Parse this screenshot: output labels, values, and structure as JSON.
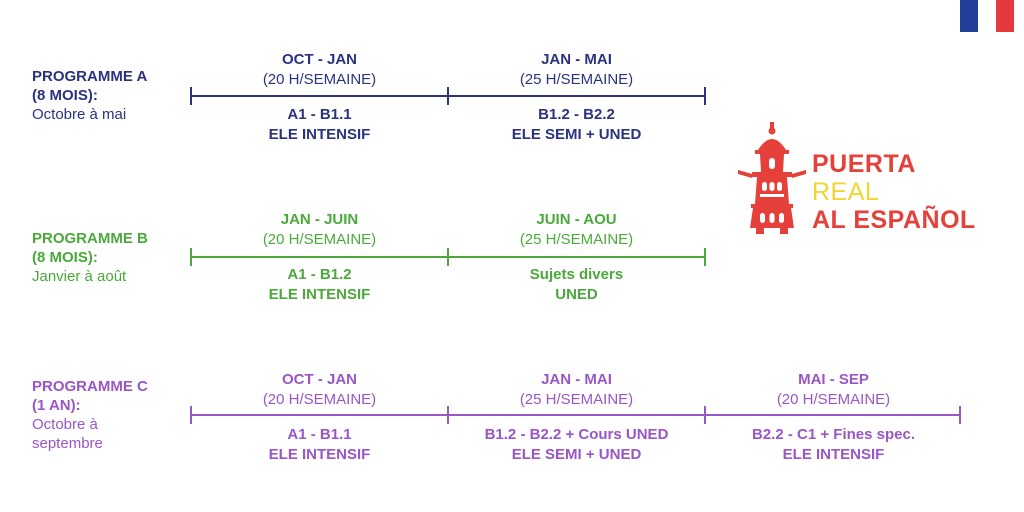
{
  "colors": {
    "program_a": "#2b3380",
    "program_b": "#4aa93a",
    "program_c": "#9a55c6",
    "logo_red": "#e5413a",
    "logo_yellow": "#f2d630",
    "flag": [
      "#1f3f99",
      "#ffffff",
      "#e5393b"
    ]
  },
  "flag_icon": "french-flag-icon",
  "logo": {
    "icon": "tower-icon",
    "line1": "PUERTA",
    "line2": "REAL",
    "line3": "AL ESPAÑOL"
  },
  "programs": [
    {
      "name": "PROGRAMME A",
      "duration": "(8 MOIS):",
      "period": "Octobre à mai",
      "segments": [
        {
          "range": "OCT - JAN",
          "hours": "(20 H/SEMAINE)",
          "line1": "A1 - B1.1",
          "line2": "ELE INTENSIF"
        },
        {
          "range": "JAN - MAI",
          "hours": "(25 H/SEMAINE)",
          "line1": "B1.2 - B2.2",
          "line2": "ELE SEMI + UNED"
        }
      ]
    },
    {
      "name": "PROGRAMME B",
      "duration": "(8 MOIS):",
      "period": "Janvier à août",
      "segments": [
        {
          "range": "JAN - JUIN",
          "hours": "(20 H/SEMAINE)",
          "line1": "A1 - B1.2",
          "line2": "ELE INTENSIF"
        },
        {
          "range": "JUIN - AOU",
          "hours": "(25 H/SEMAINE)",
          "line1": "Sujets divers",
          "line2": "UNED"
        }
      ]
    },
    {
      "name": "PROGRAMME C",
      "duration": "(1 AN):",
      "period_line1": "Octobre à",
      "period_line2": "septembre",
      "segments": [
        {
          "range": "OCT - JAN",
          "hours": "(20 H/SEMAINE)",
          "line1": "A1 - B1.1",
          "line2": "ELE INTENSIF"
        },
        {
          "range": "JAN - MAI",
          "hours": "(25 H/SEMAINE)",
          "line1": "B1.2 - B2.2 + Cours UNED",
          "line2": "ELE SEMI + UNED"
        },
        {
          "range": "MAI - SEP",
          "hours": "(20 H/SEMAINE)",
          "line1": "B2.2 - C1 + Fines spec.",
          "line2": "ELE INTENSIF"
        }
      ]
    }
  ]
}
